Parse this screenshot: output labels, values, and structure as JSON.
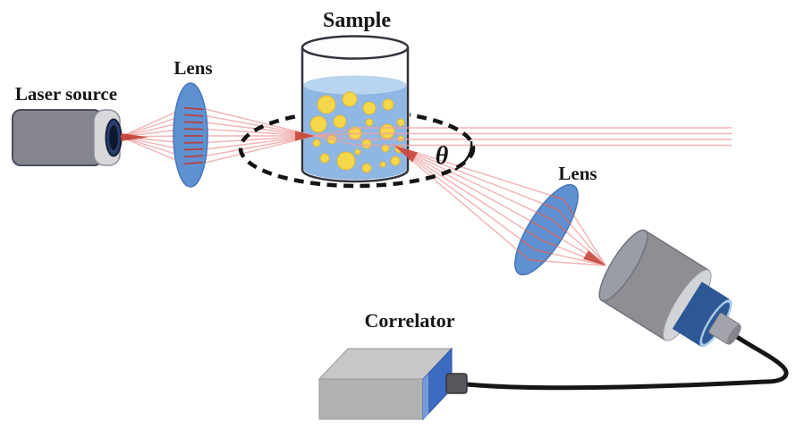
{
  "labels": {
    "laser_source": "Laser source",
    "lens_left": "Lens",
    "sample": "Sample",
    "theta": "θ",
    "lens_right": "Lens",
    "correlator": "Correlator"
  },
  "colors": {
    "bg": "#ffffff",
    "label": "#161616",
    "beam": "#ef9f9f",
    "beam-mid": "#c96a6a",
    "beam-dark": "#c0392b",
    "lens-fill": "#5e90d2",
    "lens-edge": "#4877b8",
    "laser-body": "#85858d",
    "laser-face": "#d8d8da",
    "laser-aperture": "#2a3f6e",
    "outline-dark": "#32323c",
    "glass": "#fdfdfe",
    "liquid": "#8fb7e3",
    "liquid-surface": "#b9d4ee",
    "particle": "#f6d74b",
    "particle-edge": "#dfb733",
    "dash": "#141414",
    "det-body": "#8e8e94",
    "det-face": "#999ea6",
    "det-ring": "#d2d4d8",
    "det-blue": "#2d5795",
    "det-blue-rim": "#a9c9e6",
    "det-plug": "#a3a3ab",
    "cor-top": "#c7c7c9",
    "cor-front": "#b1b1b3",
    "cor-side": "#3d6bc1",
    "cor-side-hi": "#7aa0dc",
    "cor-plug": "#56565c",
    "cable": "#161616"
  }
}
